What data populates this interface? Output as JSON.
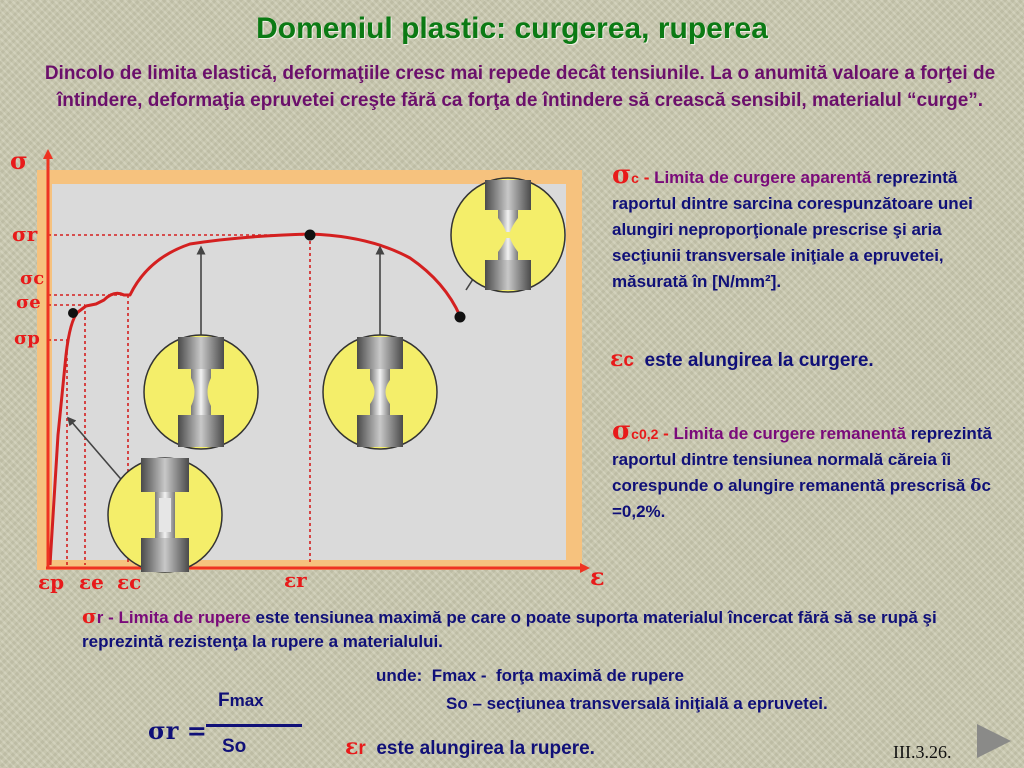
{
  "slide": {
    "title": "Domeniul plastic: curgerea, ruperea",
    "intro": "Dincolo de limita elastică, deformaţiile cresc mai repede decât tensiunile. La o anumită valoare a forţei de întindere, deformaţia epruvetei creşte fără ca forţa de întindere să crească sensibil, materialul “curge”.",
    "page_number": "III.3.26."
  },
  "diagram": {
    "y_axis": "σ",
    "x_axis": "ε",
    "y_labels": {
      "r": "σr",
      "c": "σc",
      "e": "σe",
      "p": "σp"
    },
    "x_labels": {
      "p": "εp",
      "e": "εe",
      "c": "εc",
      "r": "εr"
    },
    "colors": {
      "curve": "#d42020",
      "axis": "#ee3322",
      "frame": "#f6c27e",
      "specimen_circle": "#f4ee6a"
    }
  },
  "definitions": {
    "sc": {
      "symbol": "σ",
      "sub": "c",
      "dash": " - ",
      "label": "Limita de curgere aparentă",
      "text": "reprezintă raportul dintre sarcina corespunzătoare unei alungiri neproporţionale prescrise şi aria secţiunii transversale iniţiale a epruvetei, măsurată în [N/mm²]."
    },
    "ec": {
      "symbol": "ε",
      "sub": "c",
      "text": "este alungirea la curgere."
    },
    "sc02": {
      "symbol": "σ",
      "sub": "c0,2",
      "dash": " - ",
      "label": "Limita de curgere remanentă",
      "text": "reprezintă raportul dintre tensiunea normală căreia îi corespunde o alungire remanentă prescrisă",
      "delta": "δ",
      "delta_sub": "c",
      "delta_value": "=0,2%."
    },
    "sr": {
      "symbol": "σ",
      "sub": "r",
      "dash": " - ",
      "label": "Limita de rupere",
      "text": "este tensiunea maximă pe care o poate suporta materialul încercat fără să se rupă şi reprezintă rezistenţa la rupere a materialului."
    },
    "unde": {
      "prefix": "unde:",
      "fmax": "Fmax -",
      "fmax_text": "forţa maximă de rupere",
      "so": "So – secţiunea transversală iniţială a epruvetei."
    },
    "formula": {
      "lhs": "σr =",
      "num_main": "F",
      "num_sub": "max",
      "den": "So"
    },
    "er": {
      "symbol": "ε",
      "sub": "r",
      "text": "este alungirea la rupere."
    }
  }
}
